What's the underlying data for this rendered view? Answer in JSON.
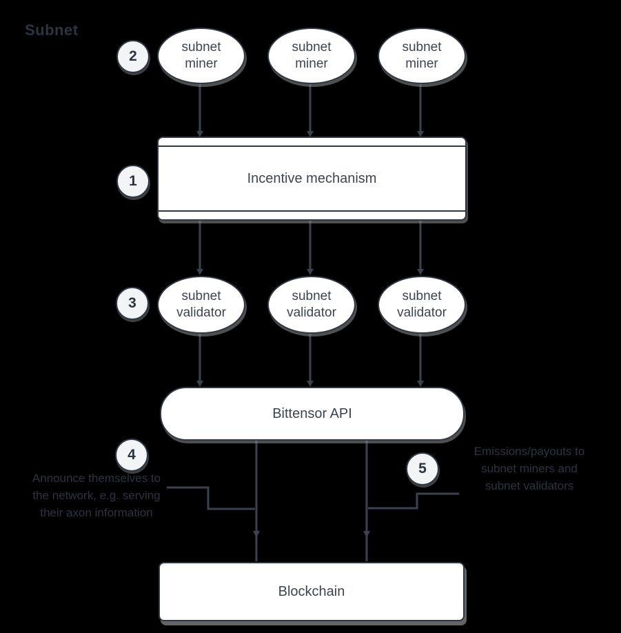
{
  "title": "Subnet",
  "colors": {
    "background": "#000000",
    "shape-fill": "#ffffff",
    "circle-fill": "#f2f4f6",
    "line": "#3a4250",
    "border": "#2f3744",
    "shape-text": "#3d4451",
    "dark-text": "#2c3440",
    "shadow": "#8f8f8f"
  },
  "callouts": {
    "c1": "1",
    "c2": "2",
    "c3": "3",
    "c4": "4",
    "c5": "5"
  },
  "nodes": {
    "miners": [
      "subnet miner",
      "subnet miner",
      "subnet miner"
    ],
    "incentive": "Incentive mechanism",
    "validators": [
      "subnet validator",
      "subnet validator",
      "subnet validator"
    ],
    "api": "Bittensor API",
    "blockchain": "Blockchain"
  },
  "annotations": {
    "four": {
      "lines": [
        "Announce themselves to",
        "the network, e.g. serving",
        "their axon information"
      ]
    },
    "five": {
      "lines": [
        "Emissions/payouts to",
        "subnet miners and",
        "subnet validators"
      ]
    }
  }
}
